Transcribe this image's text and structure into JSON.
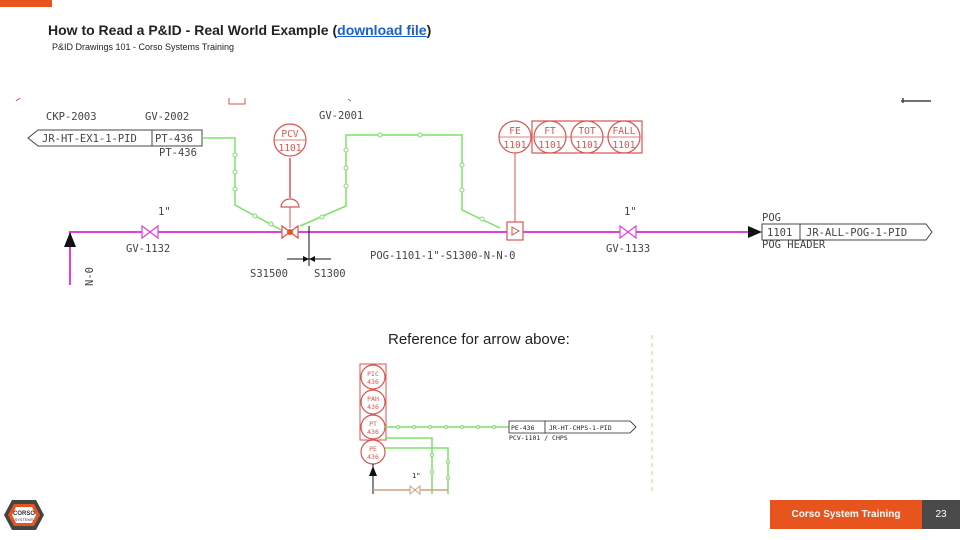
{
  "slide": {
    "title_text": "How to Read a P&ID - Real World Example (",
    "title_link": "download file",
    "title_close": ")",
    "subtitle": "P&ID Drawings 101 - Corso Systems Training",
    "reference_caption": "Reference for arrow above:",
    "footer_label": "Corso System Training",
    "page_number": "23",
    "logo_text_1": "CORSO",
    "logo_text_2": "SYSTEMS"
  },
  "colors": {
    "accent": "#e8541e",
    "process_line": "#e040e0",
    "signal_line": "#7ee06a",
    "instrument": "#d9534f",
    "cad_text": "#444444"
  },
  "diagram": {
    "ckp_label": "CKP-2003",
    "gv2002_label": "GV-2002",
    "gv2001_label": "GV-2001",
    "offpage_left_text": "JR-HT-EX1-1-PID",
    "offpage_left_tag": "PT-436",
    "offpage_left_tag2": "PT-436",
    "pcv_top": "PCV",
    "pcv_bottom": "1101",
    "instruments": [
      {
        "top": "FE",
        "bottom": "1101"
      },
      {
        "top": "FT",
        "bottom": "1101"
      },
      {
        "top": "TOT",
        "bottom": "1101"
      },
      {
        "top": "FALL",
        "bottom": "1101"
      }
    ],
    "size_left": "1\"",
    "size_right": "1\"",
    "gv1132_label": "GV-1132",
    "gv1133_label": "GV-1133",
    "line_number": "POG-1101-1\"-S1300-N-N-0",
    "spec_left": "S31500",
    "spec_right": "S1300",
    "vertical_label": "N-0",
    "pog_label": "POG",
    "offpage_right_num": "1101",
    "offpage_right_text": "JR-ALL-POG-1-PID",
    "pog_header": "POG HEADER"
  },
  "reference": {
    "instruments": [
      {
        "top": "PIC",
        "bottom": "436"
      },
      {
        "top": "PAH",
        "bottom": "436"
      },
      {
        "top": "PT",
        "bottom": "436"
      },
      {
        "top": "PE",
        "bottom": "436"
      }
    ],
    "offpage_tag": "PE-436",
    "offpage_text": "JR-HT-CHPS-1-PID",
    "offpage_sub": "PCV-1101 / CHPS",
    "size_label": "1\""
  }
}
